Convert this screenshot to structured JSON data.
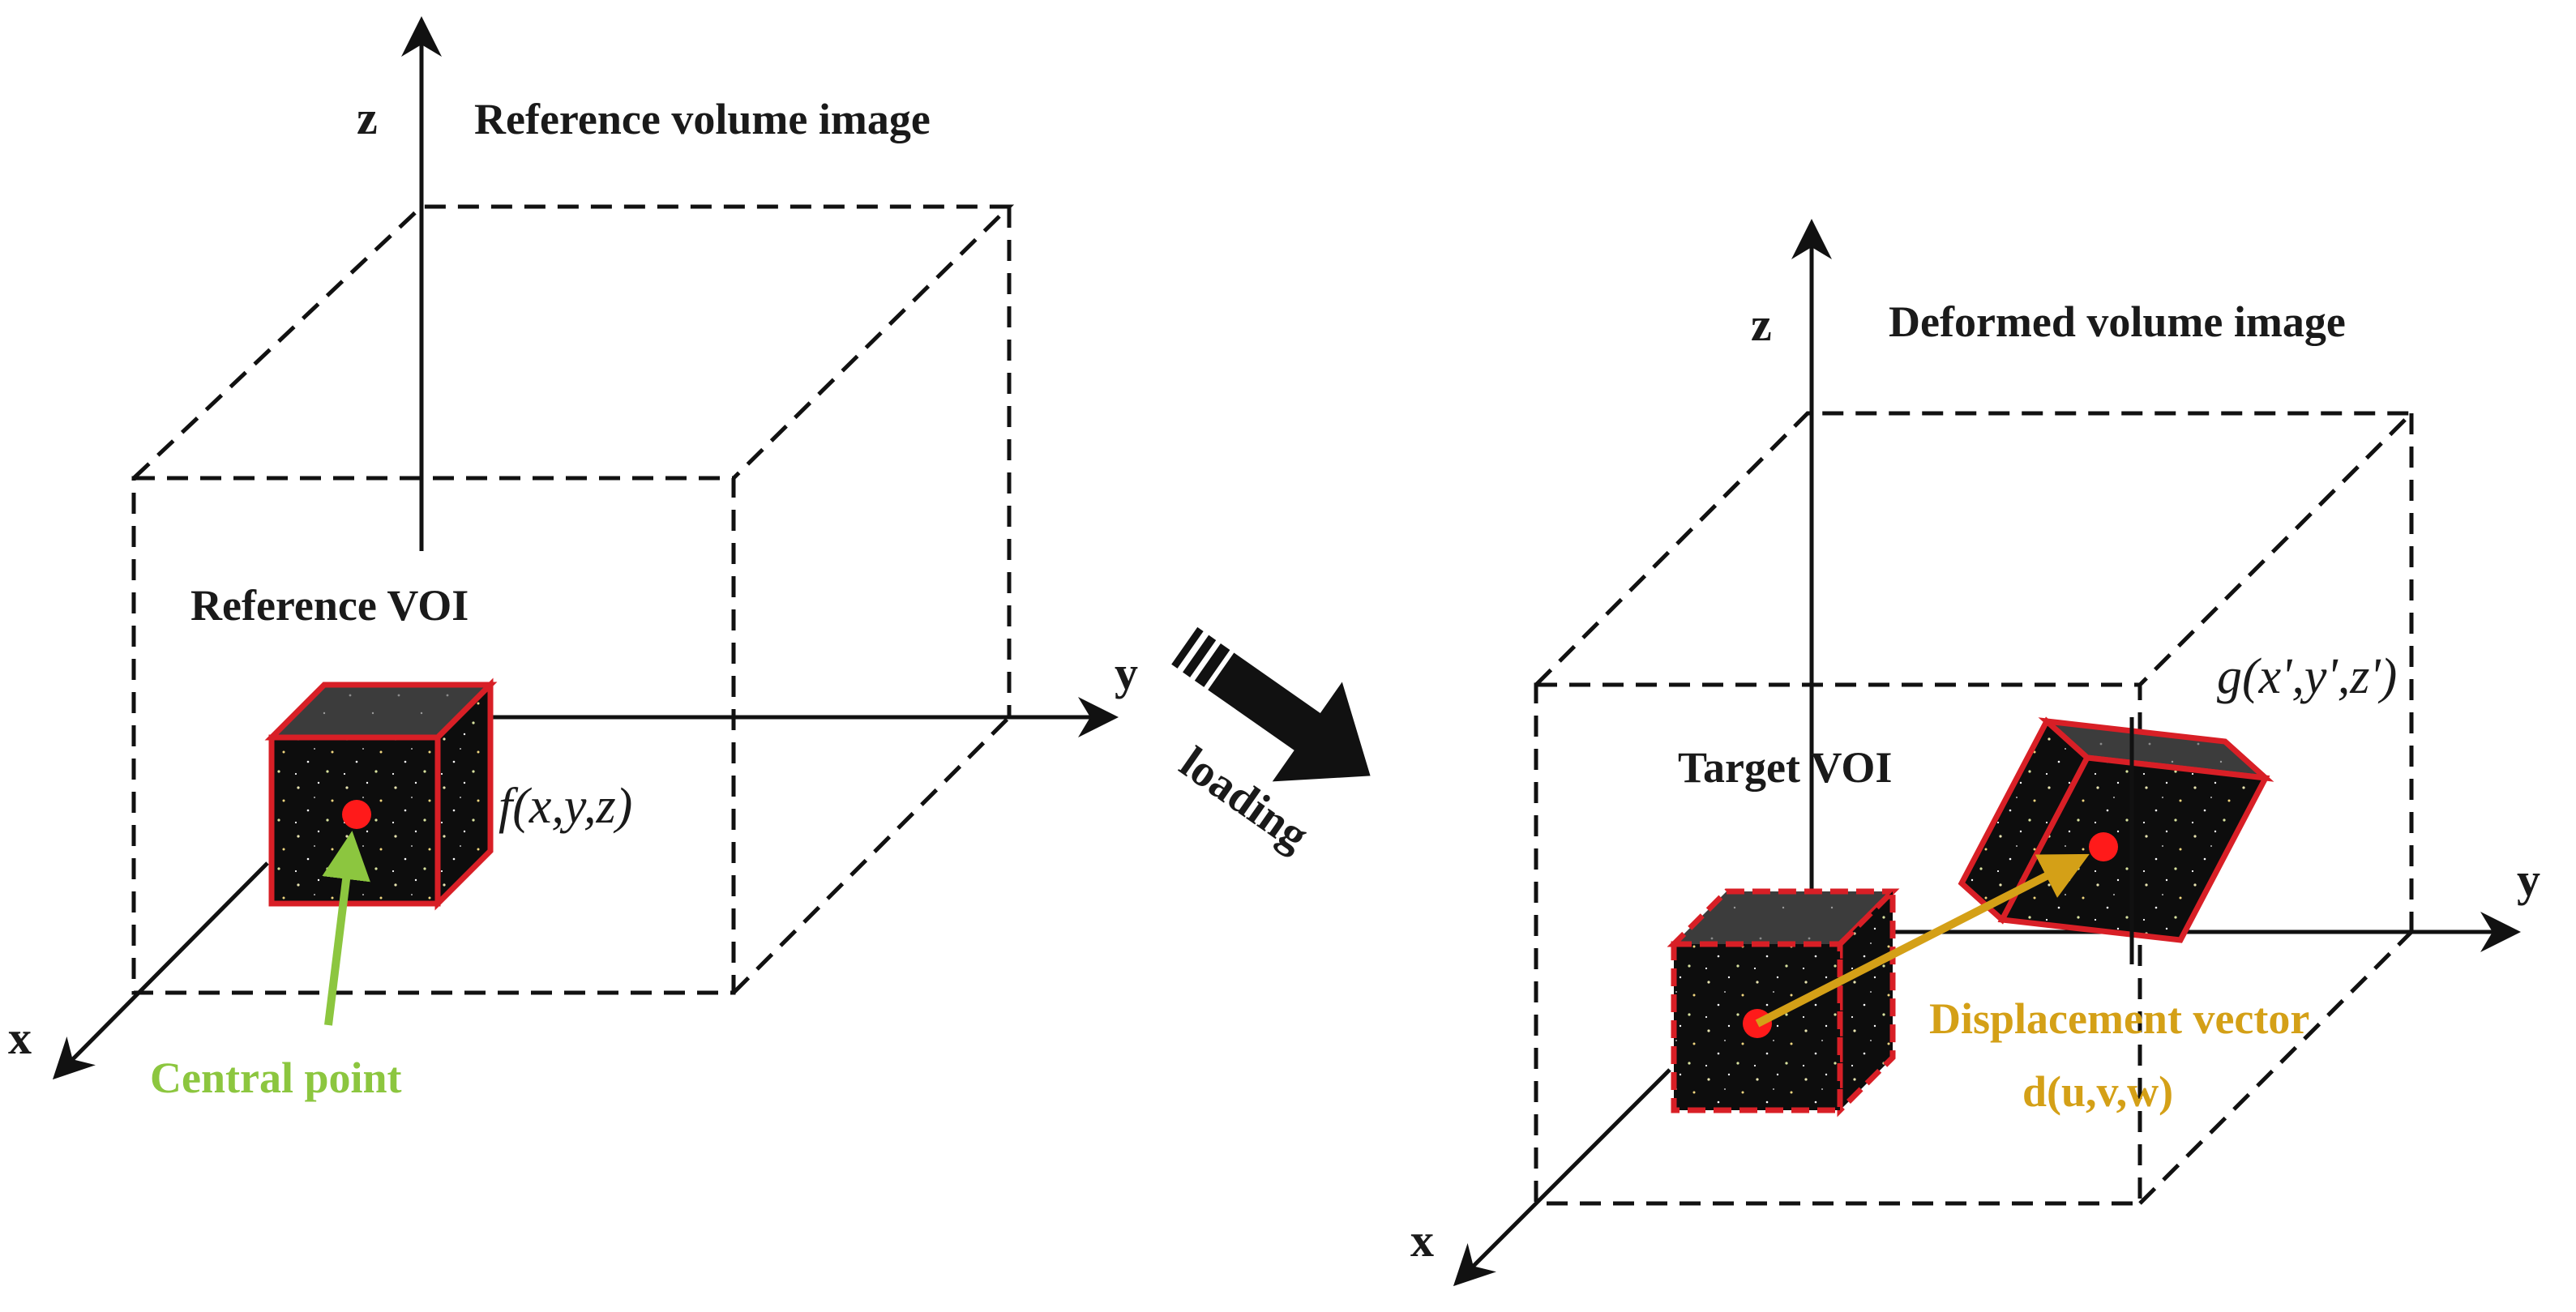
{
  "left": {
    "title": "Reference volume image",
    "voi_label": "Reference VOI",
    "function_label": "f(x,y,z)",
    "point_label": "Central point",
    "axes": {
      "x": "x",
      "y": "y",
      "z": "z"
    }
  },
  "middle": {
    "arrow_label": "loading"
  },
  "right": {
    "title": "Deformed volume image",
    "voi_label": "Target VOI",
    "function_label": "g(x',y',z')",
    "vector_label_1": "Displacement vector",
    "vector_label_2": "d(u,v,w)",
    "axes": {
      "x": "x",
      "y": "y",
      "z": "z"
    }
  },
  "colors": {
    "voi_border": "#d81f26",
    "voi_fill": "#0d0d0d",
    "voi_top": "#3c3c3c",
    "center_point": "#ff1a1a",
    "point_arrow": "#8cc63f",
    "vector_arrow": "#d4a017",
    "point_label": "#8cc63f",
    "vector_label": "#d4a017"
  }
}
